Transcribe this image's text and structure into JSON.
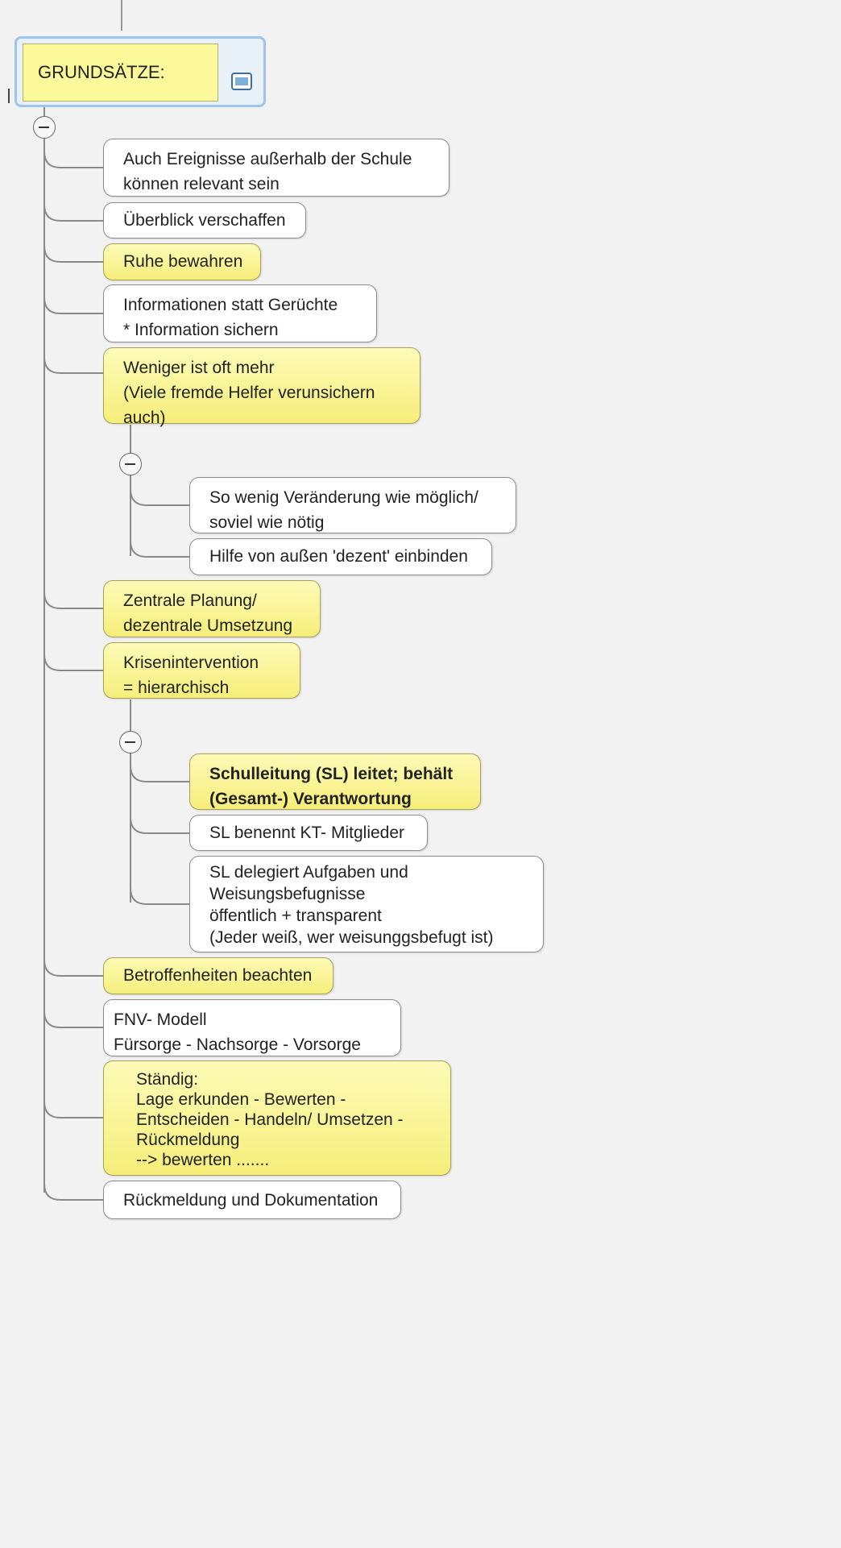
{
  "root": {
    "label": "GRUNDSÄTZE:"
  },
  "nodes": [
    {
      "id": "n1",
      "text": "Auch Ereignisse außerhalb der Schule\nkönnen relevant sein",
      "style": "white"
    },
    {
      "id": "n2",
      "text": "Überblick verschaffen",
      "style": "white"
    },
    {
      "id": "n3",
      "text": "Ruhe bewahren",
      "style": "yellow"
    },
    {
      "id": "n4",
      "text": "Informationen statt Gerüchte\n* Information sichern",
      "style": "white"
    },
    {
      "id": "n5",
      "text": "Weniger ist oft mehr\n(Viele fremde Helfer verunsichern\nauch)",
      "style": "yellow"
    },
    {
      "id": "n5a",
      "text": "So wenig Veränderung wie möglich/\nsoviel wie nötig",
      "style": "white"
    },
    {
      "id": "n5b",
      "text": "Hilfe von außen 'dezent' einbinden",
      "style": "white"
    },
    {
      "id": "n6",
      "text": "Zentrale Planung/\ndezentrale Umsetzung",
      "style": "yellow"
    },
    {
      "id": "n7",
      "text": "Krisenintervention\n= hierarchisch",
      "style": "yellow"
    },
    {
      "id": "n7a",
      "text": "Schulleitung (SL) leitet; behält\n(Gesamt-) Verantwortung",
      "style": "yellow-bold"
    },
    {
      "id": "n7b",
      "text": "SL benennt KT- Mitglieder",
      "style": "white"
    },
    {
      "id": "n7c",
      "text": "SL delegiert Aufgaben und\nWeisungsbefugnisse\nöffentlich + transparent\n(Jeder weiß, wer weisunggsbefugt ist)",
      "style": "white"
    },
    {
      "id": "n8",
      "text": "Betroffenheiten beachten",
      "style": "yellow"
    },
    {
      "id": "n9",
      "text": "FNV- Modell\nFürsorge - Nachsorge - Vorsorge",
      "style": "white"
    },
    {
      "id": "n10",
      "text": "Ständig:\nLage erkunden - Bewerten -\nEntscheiden - Handeln/ Umsetzen -\nRückmeldung\n  --> bewerten .......",
      "style": "yellow"
    },
    {
      "id": "n11",
      "text": "Rückmeldung und Dokumentation",
      "style": "white"
    }
  ],
  "colors": {
    "background": "#f2f2f2",
    "node_white": "#ffffff",
    "node_yellow": "#f8f19a",
    "root_fill": "#fcf99a",
    "root_selection": "#9ec4ea",
    "connector": "#8a8a8a"
  },
  "icons": [
    "note-icon",
    "collapse-icon"
  ]
}
